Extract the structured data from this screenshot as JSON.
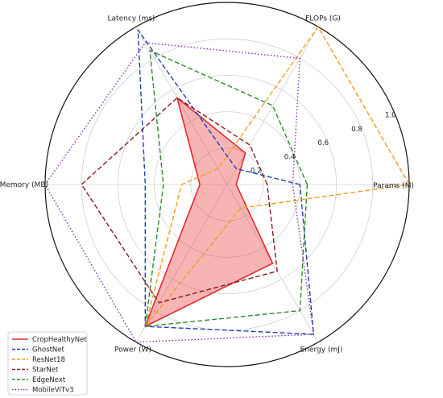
{
  "chart_data": {
    "type": "radar",
    "axes": [
      "Params (M)",
      "FLOPs (G)",
      "Latency (ms)",
      "Peak Memory (MB)",
      "Power (W)",
      "Energy (mJ)"
    ],
    "rlim": [
      0,
      1.0
    ],
    "rticks": [
      0.2,
      0.4,
      0.6,
      0.8,
      1.0
    ],
    "rtick_labels": [
      "0.2",
      "0.4",
      "0.6",
      "0.8",
      "1.0"
    ],
    "grid": true,
    "legend_position": "lower-left",
    "series": [
      {
        "name": "CropHealthyNet",
        "color": "#e8282b",
        "dash": "solid",
        "fill": true,
        "values": [
          0.05,
          0.2,
          0.55,
          0.15,
          0.9,
          0.5
        ]
      },
      {
        "name": "GhostNet",
        "color": "#1f3fb4",
        "dash": "dashed",
        "fill": false,
        "values": [
          0.4,
          0.1,
          0.98,
          0.45,
          0.9,
          0.95
        ]
      },
      {
        "name": "ResNet18",
        "color": "#f39c1f",
        "dash": "dashed",
        "fill": false,
        "values": [
          1.0,
          1.0,
          0.1,
          0.25,
          0.9,
          0.15
        ]
      },
      {
        "name": "StarNet",
        "color": "#8b1a1a",
        "dash": "dashed",
        "fill": false,
        "values": [
          0.22,
          0.25,
          0.55,
          0.8,
          0.75,
          0.55
        ]
      },
      {
        "name": "EdgeNext",
        "color": "#2e8b2e",
        "dash": "dashed",
        "fill": false,
        "values": [
          0.44,
          0.5,
          0.85,
          0.35,
          0.9,
          0.8
        ]
      },
      {
        "name": "MobileViTv3",
        "color": "#8e2cb8",
        "dash": "dotted",
        "fill": false,
        "values": [
          0.36,
          0.8,
          0.9,
          1.0,
          1.0,
          0.95
        ]
      }
    ]
  }
}
